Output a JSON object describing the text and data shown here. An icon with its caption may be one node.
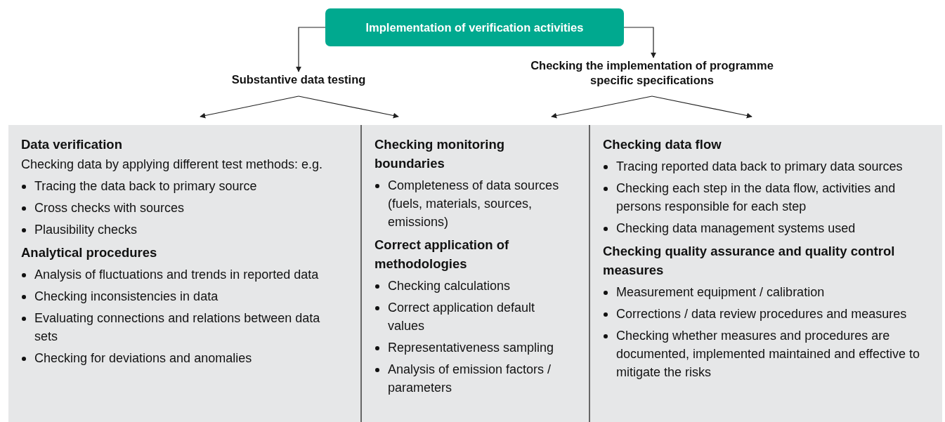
{
  "diagram": {
    "nodes": [
      {
        "text": [
          "Implementation of verification activities"
        ]
      },
      {
        "text": [
          "Substantive data testing"
        ]
      },
      {
        "text": [
          "Checking the implementation of programme specific specifications"
        ]
      },
      {
        "text": [
          "Data verification",
          "Checking data by applying different test methods: e.g.",
          "Tracing the data back to primary source",
          "Cross checks with sources",
          "Plausibility checks",
          "Analytical procedures",
          "Analysis of fluctuations and trends in reported data",
          "Checking inconsistencies in data",
          "Evaluating connections and relations between data sets",
          "Checking for deviations and anomalies"
        ]
      },
      {
        "text": [
          "Checking monitoring boundaries",
          "Completeness of data sources (fuels, materials, sources, emissions)",
          "Correct application of methodologies",
          "Checking calculations",
          "Correct application default values",
          "Representativeness sampling",
          "Analysis of emission factors / parameters"
        ]
      },
      {
        "text": [
          "Checking data flow",
          "Tracing reported data back to primary data sources",
          "Checking each step in the data flow, activities and persons responsible for each step",
          "Checking data management systems used",
          "Checking quality assurance and quality control measures",
          "Measurement equipment / calibration",
          "Corrections / data review procedures and measures",
          "Checking whether measures and procedures are documented, implemented maintained and effective to mitigate the risks"
        ]
      }
    ],
    "edges": [
      {
        "from": 0,
        "to": 1,
        "arrow": "to"
      },
      {
        "from": 0,
        "to": 2,
        "arrow": "to"
      },
      {
        "from": 1,
        "to": 3,
        "arrow": "to"
      },
      {
        "from": 1,
        "to": 4,
        "arrow": "to"
      },
      {
        "from": 2,
        "to": 4,
        "arrow": "to"
      },
      {
        "from": 2,
        "to": 5,
        "arrow": "to"
      }
    ]
  }
}
